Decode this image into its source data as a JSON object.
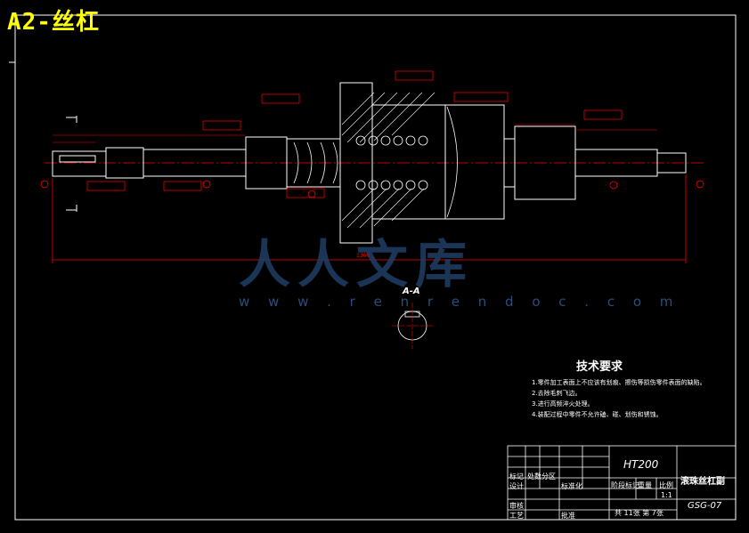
{
  "title": "A2-丝杠",
  "watermark": {
    "text": "人人文库",
    "url": "w w w . r e n r e n d o c . c o m"
  },
  "section_label": "A-A",
  "tech_requirements": {
    "heading": "技术要求",
    "items": [
      "1.零件加工表面上不应该有划痕、擦伤等损伤零件表面的缺陷。",
      "2.去除毛刺飞边。",
      "3.进行高频淬火处理。",
      "4.装配过程中零件不允许磕、碰、划伤和锈蚀。"
    ]
  },
  "title_block": {
    "material": "HT200",
    "part_name": "滚珠丝杠副",
    "scale": "1:1",
    "drawing_no": "GSG-07",
    "sheets": "共 11张  第 7张",
    "stage_mark": "阶段标记",
    "weight": "重量",
    "scale_label": "比例",
    "design": "设计",
    "process": "工艺",
    "review": "审核",
    "approve": "批准",
    "standardize": "标准化",
    "mark": "标记",
    "count": "处数",
    "zone": "分区"
  },
  "dimensions": {
    "total_length": "1300"
  },
  "colors": {
    "background": "#000000",
    "lines": "#ffffff",
    "dims": "#ff0000",
    "title": "#ffff00",
    "watermark": "#1f3f66"
  }
}
